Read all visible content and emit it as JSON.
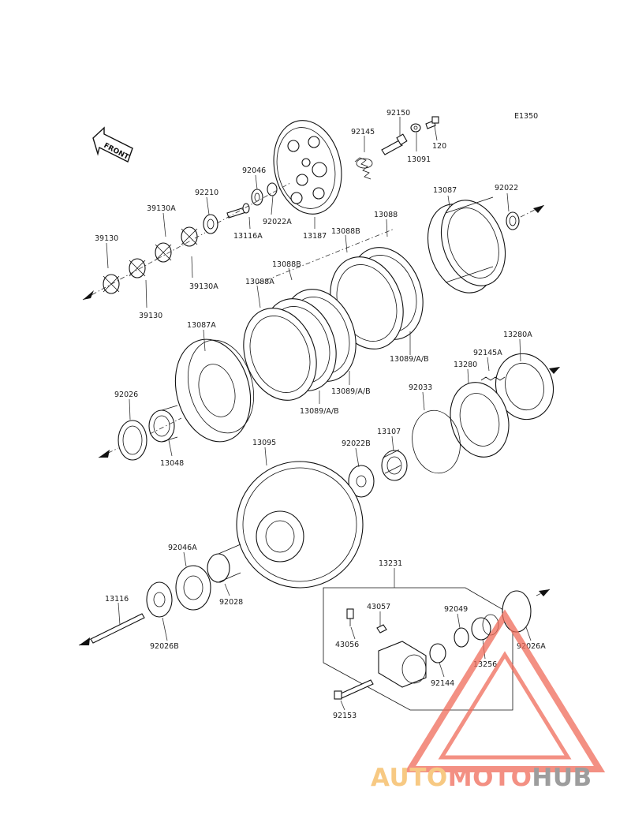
{
  "diagram_code": "E1350",
  "front_label": "FRONT",
  "labels": {
    "p92150": "92150",
    "p92145": "92145",
    "p13091": "13091",
    "p120": "120",
    "p92046": "92046",
    "p92210": "92210",
    "p92022A": "92022A",
    "p13116A": "13116A",
    "p13187": "13187",
    "p39130A_top": "39130A",
    "p39130_left": "39130",
    "p39130A_bot": "39130A",
    "p39130_bot": "39130",
    "p13087": "13087",
    "p92022": "92022",
    "p13088": "13088",
    "p13088B_1": "13088B",
    "p13088B_2": "13088B",
    "p13088A": "13088A",
    "p13087A": "13087A",
    "p13089_1": "13089/A/B",
    "p13089_2": "13089/A/B",
    "p13089_3": "13089/A/B",
    "p13280A": "13280A",
    "p92145A": "92145A",
    "p13280": "13280",
    "p92033": "92033",
    "p92026": "92026",
    "p13048": "13048",
    "p13095": "13095",
    "p92022B": "92022B",
    "p13107": "13107",
    "p92046A": "92046A",
    "p92028": "92028",
    "p13231": "13231",
    "p43057": "43057",
    "p92049": "92049",
    "p43056": "43056",
    "p13256": "13256",
    "p92026A": "92026A",
    "p92144": "92144",
    "p13116": "13116",
    "p92026B": "92026B",
    "p92153": "92153"
  },
  "watermark": {
    "auto": "AUTO",
    "moto": "MOTO",
    "hub": "HUB",
    "color_auto": "#f5b85a",
    "color_moto": "#ef6b5a",
    "color_hub": "#7d7d7d",
    "triangle_color": "#ef6b5a"
  }
}
